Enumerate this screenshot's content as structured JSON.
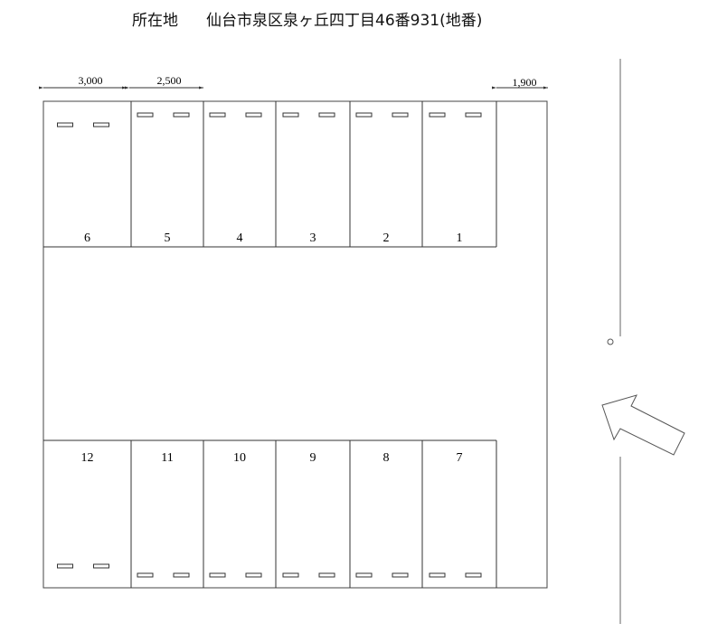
{
  "header": {
    "label": "所在地",
    "address": "仙台市泉区泉ヶ丘四丁目46番931(地番)"
  },
  "dimensions": [
    "3,000",
    "2,500",
    "1,900"
  ],
  "top_stalls": [
    "6",
    "5",
    "4",
    "3",
    "2",
    "1"
  ],
  "bottom_stalls": [
    "12",
    "11",
    "10",
    "9",
    "8",
    "7"
  ],
  "colors": {
    "line": "#333333"
  },
  "icons": {
    "entrance": "arrow-icon",
    "marker": "circle-icon"
  }
}
